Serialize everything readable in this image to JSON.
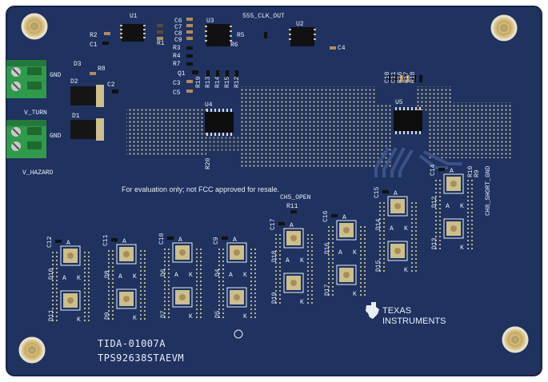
{
  "board": {
    "name": "TIDA-01007A",
    "part_number": "TPS92638STAEVM",
    "disclaimer": "For evaluation only; not FCC approved for resale.",
    "colors": {
      "pcb": "#1f3260",
      "silkscreen": "#e9eef6",
      "copper_pad": "#cdbf8c",
      "terminal": "#2f9a4a"
    }
  },
  "connectors": [
    {
      "net": "V_TURN",
      "pin_label": "GND"
    },
    {
      "net": "V_HAZARD",
      "pin_label": "GND"
    }
  ],
  "test_points": [
    "555_CLK_OUT",
    "CH5_OPEN",
    "CH8_SHORT_GND"
  ],
  "ics": [
    "U1",
    "U2",
    "U3",
    "U4",
    "U5"
  ],
  "top_refs": [
    "R2",
    "C1",
    "C6",
    "C7",
    "C8",
    "C9",
    "R3",
    "R4",
    "R5",
    "R6",
    "R7",
    "R1",
    "C4",
    "Q1",
    "C3",
    "R13",
    "R14",
    "R15",
    "R19",
    "R12",
    "C5",
    "R20"
  ],
  "right_refs": [
    "C10",
    "C11",
    "R16",
    "R17",
    "R18",
    "R10",
    "R9"
  ],
  "left_refs": [
    "D3",
    "R8",
    "D2",
    "C2",
    "D1"
  ],
  "led_groups": [
    {
      "cap": "C12",
      "top": "D10",
      "bottom": "D11"
    },
    {
      "cap": "C11",
      "top": "D8",
      "bottom": "D9"
    },
    {
      "cap": "C10",
      "top": "D6",
      "bottom": "D7"
    },
    {
      "cap": "C9",
      "top": "D4",
      "bottom": "D5"
    },
    {
      "cap": "C17",
      "top": "D18",
      "bottom": "D19"
    },
    {
      "cap": "C16",
      "top": "D16",
      "bottom": "D17"
    },
    {
      "cap": "C15",
      "top": "D14",
      "bottom": "D15"
    },
    {
      "cap": "C14",
      "top": "D12",
      "bottom": "D13"
    }
  ],
  "led_pin_labels": {
    "anode": "A",
    "cathode": "K"
  },
  "r11_label": "R11",
  "logo": {
    "line1": "TEXAS",
    "line2": "INSTRUMENTS"
  }
}
